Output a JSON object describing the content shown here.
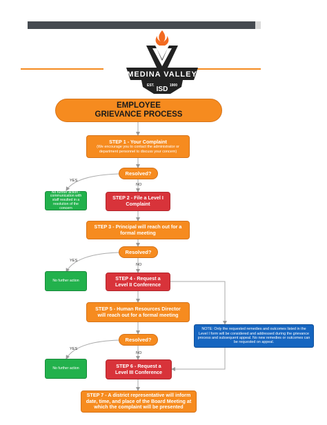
{
  "logo": {
    "name": "MEDINA VALLEY",
    "est": "EST.",
    "year": "1900",
    "isd": "ISD"
  },
  "title": {
    "line1": "EMPLOYEE",
    "line2": "GRIEVANCE PROCESS"
  },
  "steps": {
    "step1_title": "STEP 1 - Your Complaint",
    "step1_sub": "(We encourage you to contact the administrator or department personnel to discuss your concern)",
    "step2": "STEP 2 - File a Level I Complaint",
    "step3": "STEP 3 - Principal will reach out for a formal meeting",
    "step4": "STEP 4 - Request a Level II Conference",
    "step5": "STEP 5 - Human Resources Director will reach out for a formal meeting",
    "step6": "STEP 6 - Request a Level III Conference",
    "step7": "STEP 7 - A district representative will inform date, time, and place of the Board Meeting at which the complaint will be presented"
  },
  "decisions": {
    "resolved1": "Resolved?",
    "resolved2": "Resolved?",
    "resolved3": "Resolved?"
  },
  "outcomes": {
    "no_action_1": "No further action - communication with staff resulted in a resolution of the concern",
    "no_action_2": "No further action",
    "no_action_3": "No further action"
  },
  "edge_labels": {
    "yes": "YES",
    "no": "NO"
  },
  "note": "NOTE: Only the requested remedies and outcomes listed in the Level I form will be considered and addressed during the grievance process and subsequent appeal. No new remedies or outcomes can be requested on appeal.",
  "colors": {
    "orange": "#f68b1f",
    "red": "#d8333a",
    "green": "#22b14c",
    "blue": "#1565c0",
    "dark_bar": "#454a50"
  }
}
